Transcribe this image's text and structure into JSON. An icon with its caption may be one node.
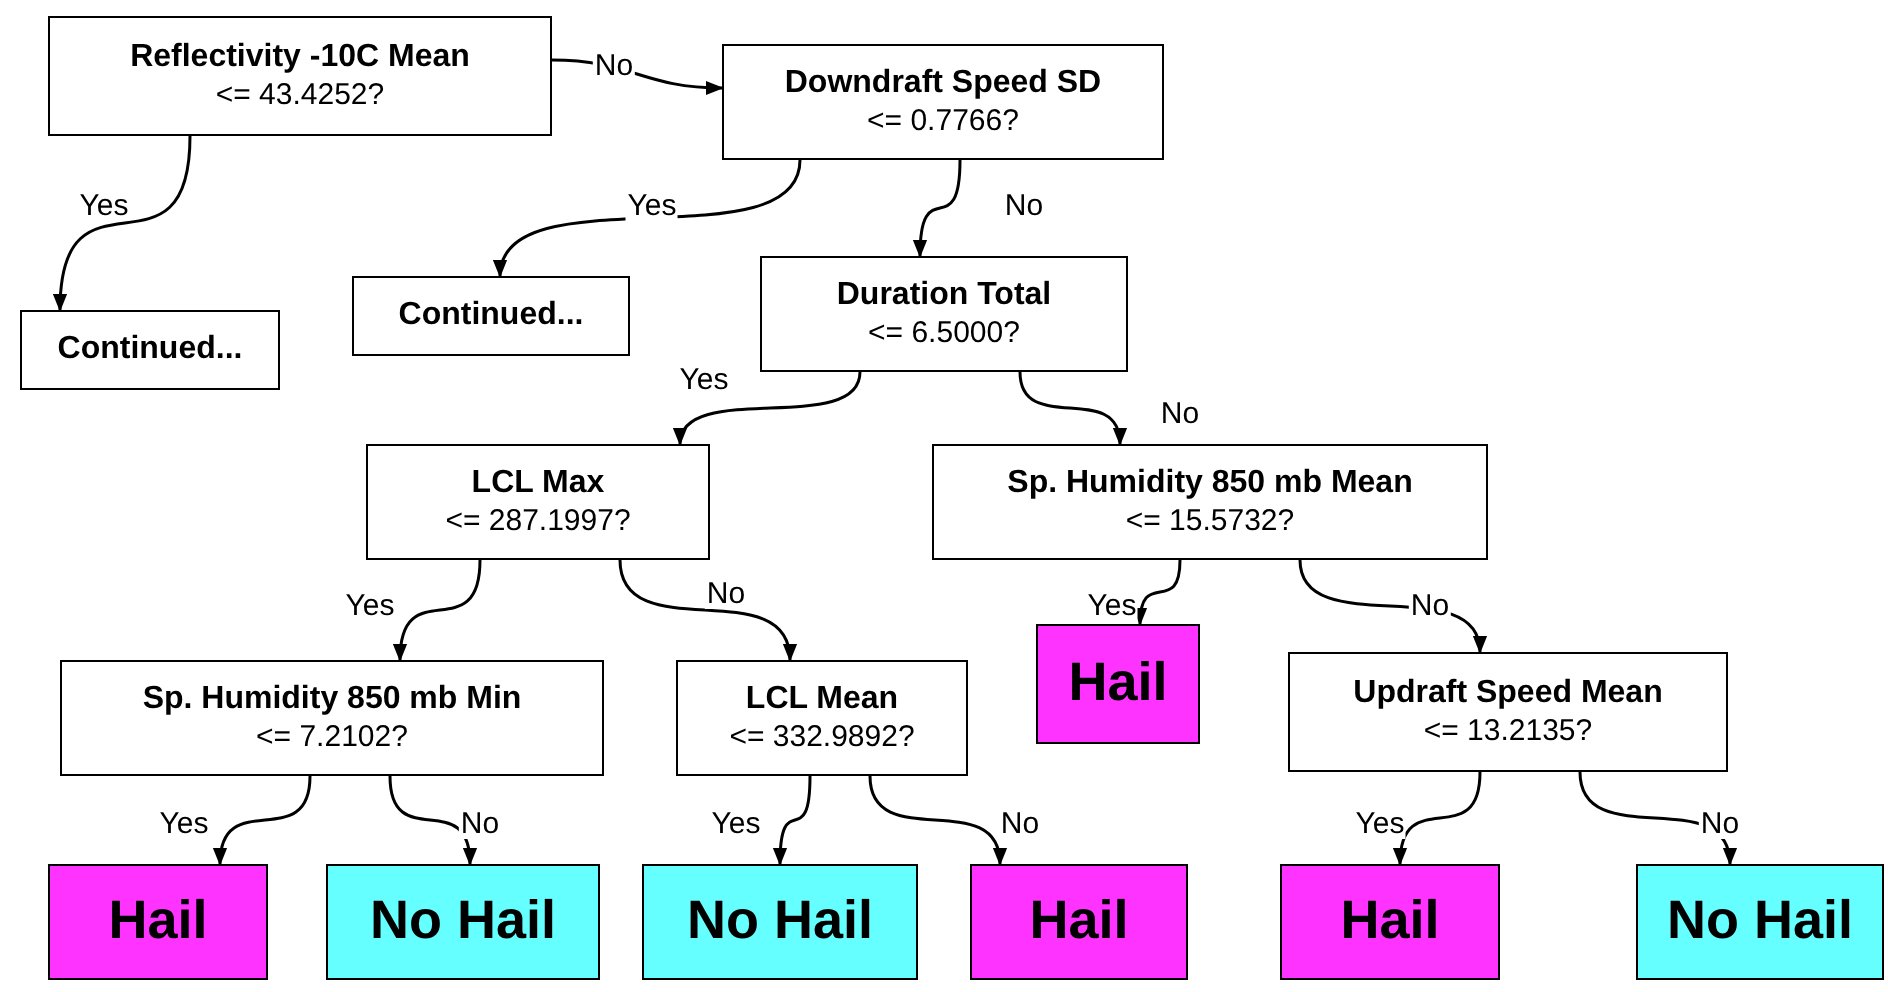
{
  "diagram": {
    "nodes": [
      {
        "text": [
          "Reflectivity -10C Mean",
          "<= 43.4252?"
        ]
      },
      {
        "text": [
          "Continued..."
        ]
      },
      {
        "text": [
          "Downdraft Speed SD",
          "<= 0.7766?"
        ]
      },
      {
        "text": [
          "Continued..."
        ]
      },
      {
        "text": [
          "Duration Total",
          "<= 6.5000?"
        ]
      },
      {
        "text": [
          "LCL Max",
          "<= 287.1997?"
        ]
      },
      {
        "text": [
          "Sp. Humidity 850 mb Mean",
          "<= 15.5732?"
        ]
      },
      {
        "text": [
          "Sp. Humidity 850 mb Min",
          "<= 7.2102?"
        ]
      },
      {
        "text": [
          "LCL Mean",
          "<= 332.9892?"
        ]
      },
      {
        "text": [
          "Hail"
        ]
      },
      {
        "text": [
          "Updraft Speed Mean",
          "<= 13.2135?"
        ]
      },
      {
        "text": [
          "Hail"
        ]
      },
      {
        "text": [
          "No Hail"
        ]
      },
      {
        "text": [
          "No Hail"
        ]
      },
      {
        "text": [
          "Hail"
        ]
      },
      {
        "text": [
          "Hail"
        ]
      },
      {
        "text": [
          "No Hail"
        ]
      }
    ],
    "edges": [
      {
        "from": 0,
        "to": 1,
        "arrow": "to",
        "label": "Yes"
      },
      {
        "from": 0,
        "to": 2,
        "arrow": "to",
        "label": "No"
      },
      {
        "from": 2,
        "to": 3,
        "arrow": "to",
        "label": "Yes"
      },
      {
        "from": 2,
        "to": 4,
        "arrow": "to",
        "label": "No"
      },
      {
        "from": 4,
        "to": 5,
        "arrow": "to",
        "label": "Yes"
      },
      {
        "from": 4,
        "to": 6,
        "arrow": "to",
        "label": "No"
      },
      {
        "from": 5,
        "to": 7,
        "arrow": "to",
        "label": "Yes"
      },
      {
        "from": 5,
        "to": 8,
        "arrow": "to",
        "label": "No"
      },
      {
        "from": 6,
        "to": 9,
        "arrow": "to",
        "label": "Yes"
      },
      {
        "from": 6,
        "to": 10,
        "arrow": "to",
        "label": "No"
      },
      {
        "from": 7,
        "to": 11,
        "arrow": "to",
        "label": "Yes"
      },
      {
        "from": 7,
        "to": 12,
        "arrow": "to",
        "label": "No"
      },
      {
        "from": 8,
        "to": 13,
        "arrow": "to",
        "label": "Yes"
      },
      {
        "from": 8,
        "to": 14,
        "arrow": "to",
        "label": "No"
      },
      {
        "from": 10,
        "to": 15,
        "arrow": "to",
        "label": "Yes"
      },
      {
        "from": 10,
        "to": 16,
        "arrow": "to",
        "label": "No"
      }
    ]
  }
}
